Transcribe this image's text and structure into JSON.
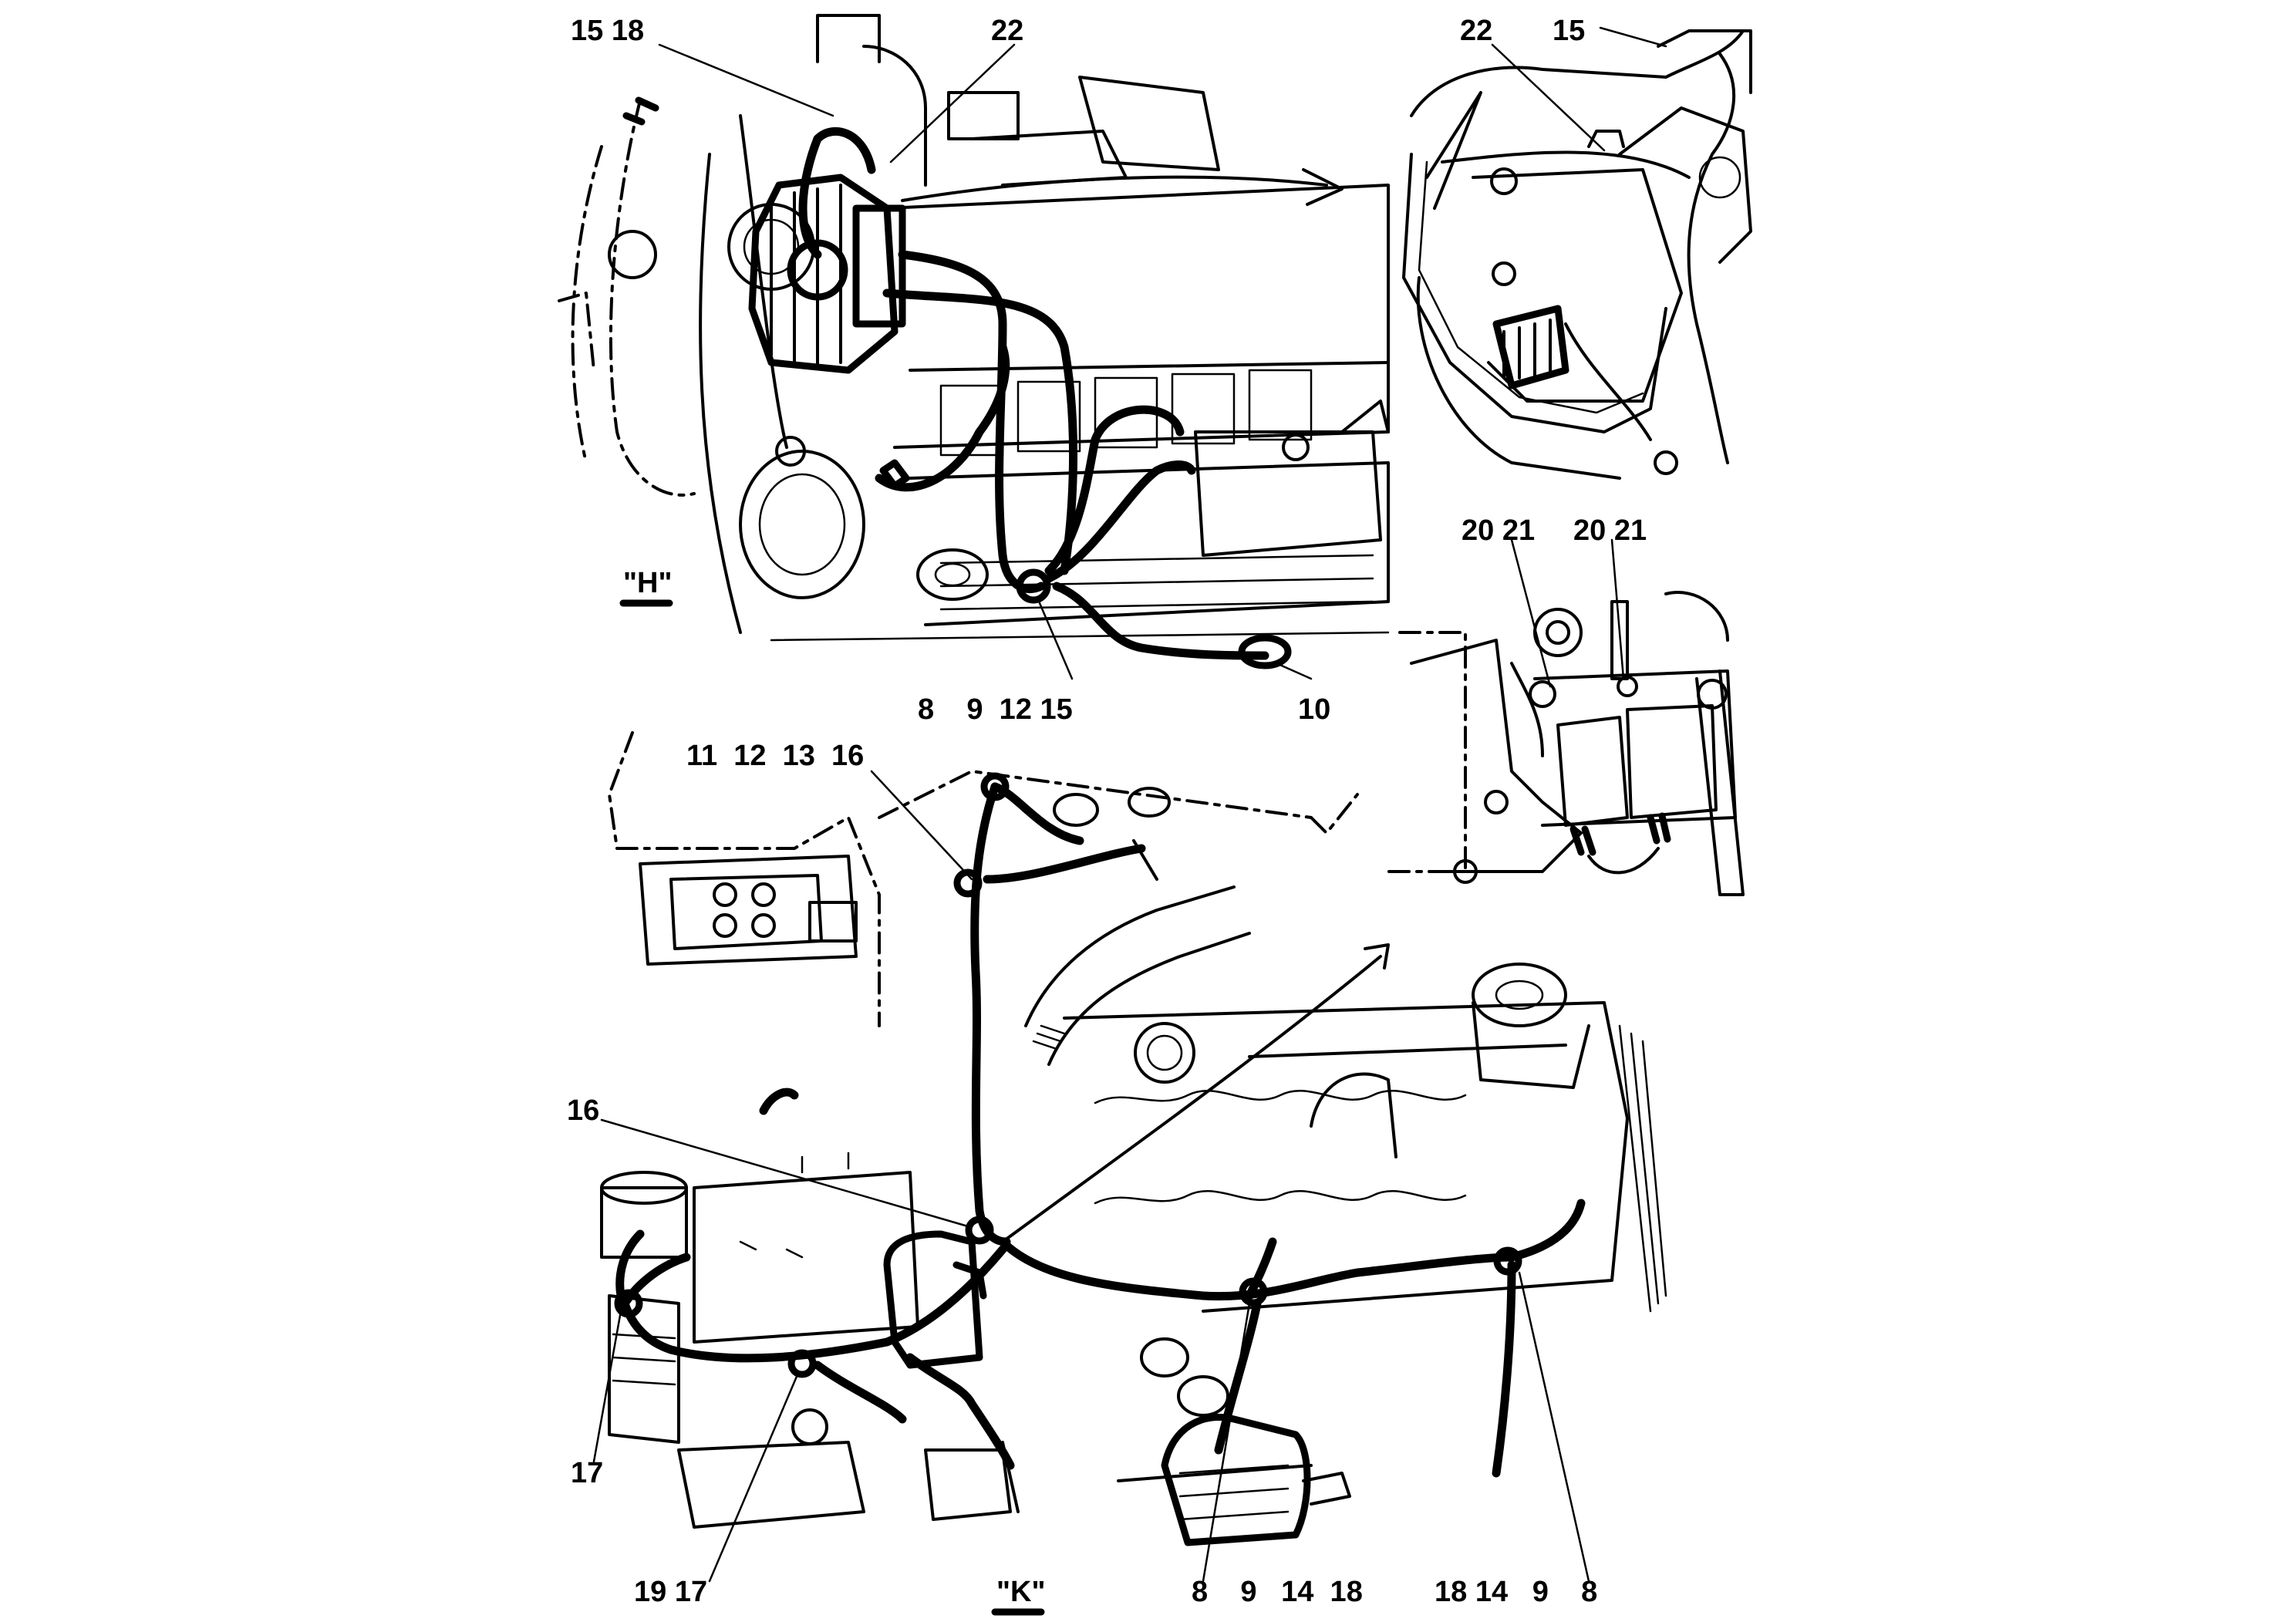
{
  "views": {
    "top": "\"H\"",
    "bottom": "\"K\""
  },
  "callouts": {
    "top_15_18": "15 18",
    "top_22": "22",
    "top_bottom_row": "8    9  12 15",
    "top_10": "10",
    "detail_22": "22",
    "detail_15": "15",
    "detail_2021_a": "20 21",
    "detail_2021_b": "20 21",
    "mid_11_16": "11  12  13  16",
    "mid_16": "16",
    "left_17": "17",
    "bot_19_17": "19 17",
    "bot_8_18": "8    9   14  18",
    "bot_18_8": "18 14   9    8"
  },
  "colors": {
    "line": "#000000",
    "background": "#ffffff"
  }
}
